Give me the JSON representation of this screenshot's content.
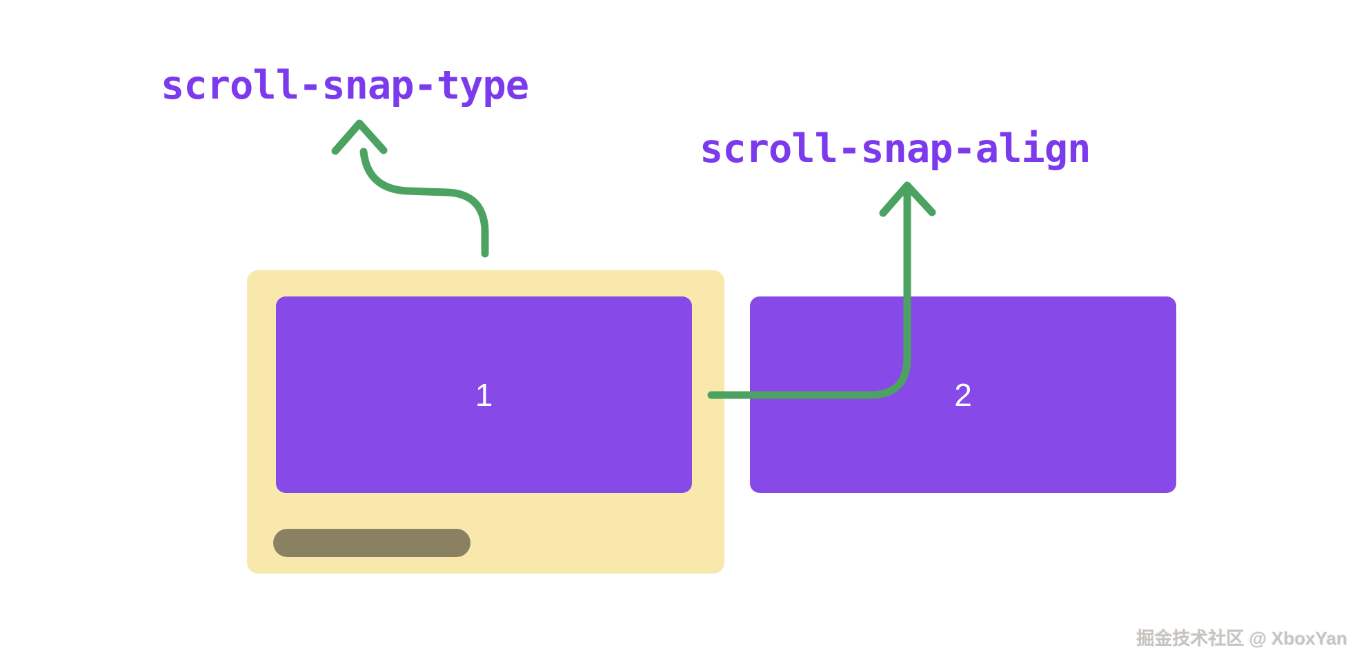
{
  "page": {
    "background": "#ffffff"
  },
  "labels": {
    "type": {
      "text": "scroll-snap-type",
      "color": "#7c3aed"
    },
    "align": {
      "text": "scroll-snap-align",
      "color": "#7c3aed"
    }
  },
  "scroll_container": {
    "background": "#f9e8ac",
    "scrollbar_color": "#8a8163"
  },
  "items": [
    {
      "label": "1",
      "background": "#8749e8",
      "text_color": "#ffffff"
    },
    {
      "label": "2",
      "background": "#8749e8",
      "text_color": "#ffffff"
    }
  ],
  "arrows": {
    "color": "#4ca261",
    "type_arrow_name": "arrow-to-scroll-snap-type",
    "align_arrow_name": "arrow-to-scroll-snap-align"
  },
  "watermark": {
    "text": "掘金技术社区 @ XboxYan",
    "color": "#c7c3bf"
  }
}
